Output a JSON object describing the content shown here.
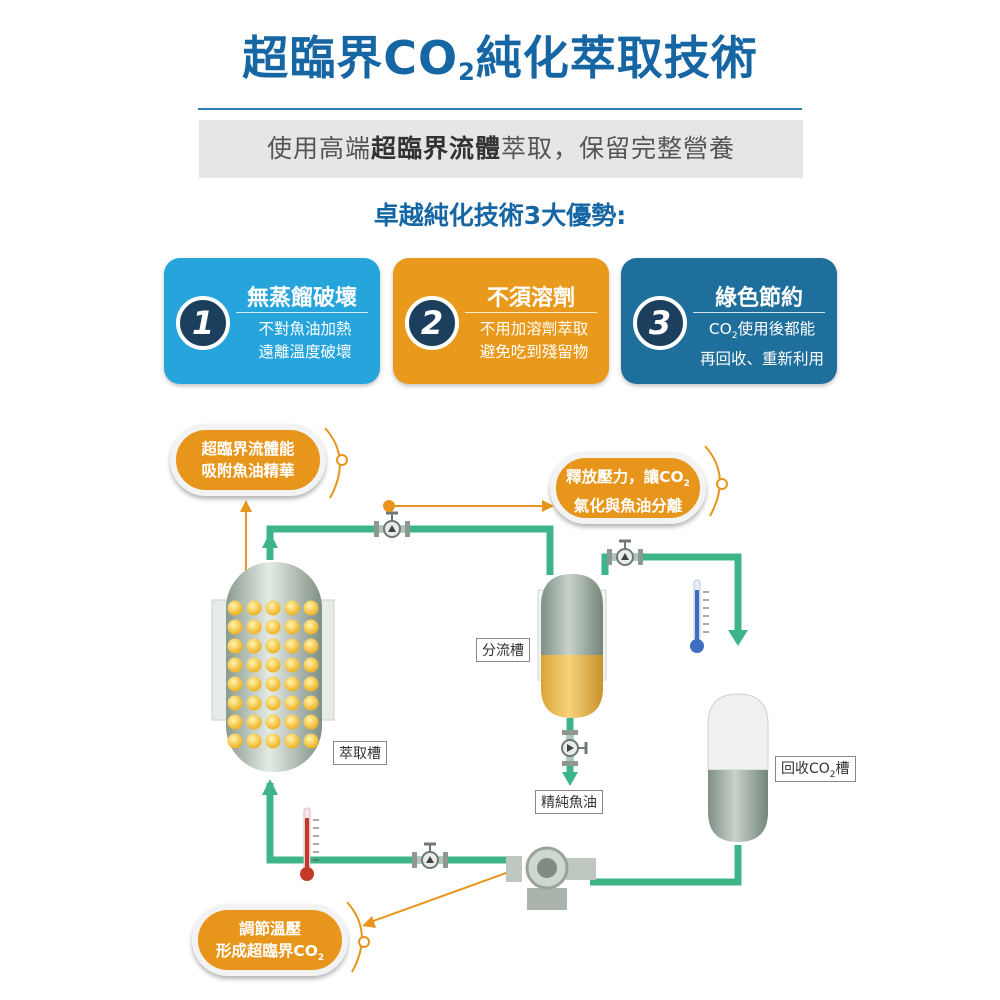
{
  "header": {
    "title_pre": "超臨界CO",
    "title_sub": "2",
    "title_post": "純化萃取技術",
    "subtitle_pre": "使用高端",
    "subtitle_bold": "超臨界流體",
    "subtitle_post": "萃取，保留完整營養",
    "advantages_heading": "卓越純化技術3大優勢:"
  },
  "cards": [
    {
      "number": "1",
      "title": "無蒸餾破壞",
      "line1": "不對魚油加熱",
      "line2": "遠離溫度破壞",
      "color": "#26a4dc"
    },
    {
      "number": "2",
      "title": "不須溶劑",
      "line1": "不用加溶劑萃取",
      "line2": "避免吃到殘留物",
      "color": "#e99a1c"
    },
    {
      "number": "3",
      "title": "綠色節約",
      "line1_pre": "CO",
      "line1_sub": "2",
      "line1_post": "使用後都能",
      "line2": "再回收、重新利用",
      "color": "#1f6f9d"
    }
  ],
  "callouts": {
    "adsorb_line1": "超臨界流體能",
    "adsorb_line2": "吸附魚油精華",
    "release_line1_pre": "釋放壓力，讓CO",
    "release_line1_sub": "2",
    "release_line2": "氣化與魚油分離",
    "adjust_line1": "調節溫壓",
    "adjust_line2_pre": "形成超臨界CO",
    "adjust_line2_sub": "2"
  },
  "labels": {
    "extraction_tank": "萃取槽",
    "separator_tank": "分流槽",
    "pure_fish_oil": "精純魚油",
    "recovery_tank_pre": "回收CO",
    "recovery_tank_sub": "2",
    "recovery_tank_post": "槽"
  },
  "colors": {
    "brand_blue": "#1566a3",
    "pipe_green": "#3eb489",
    "callout_orange": "#e8951c",
    "oil_yellow": "#f2c04a"
  }
}
